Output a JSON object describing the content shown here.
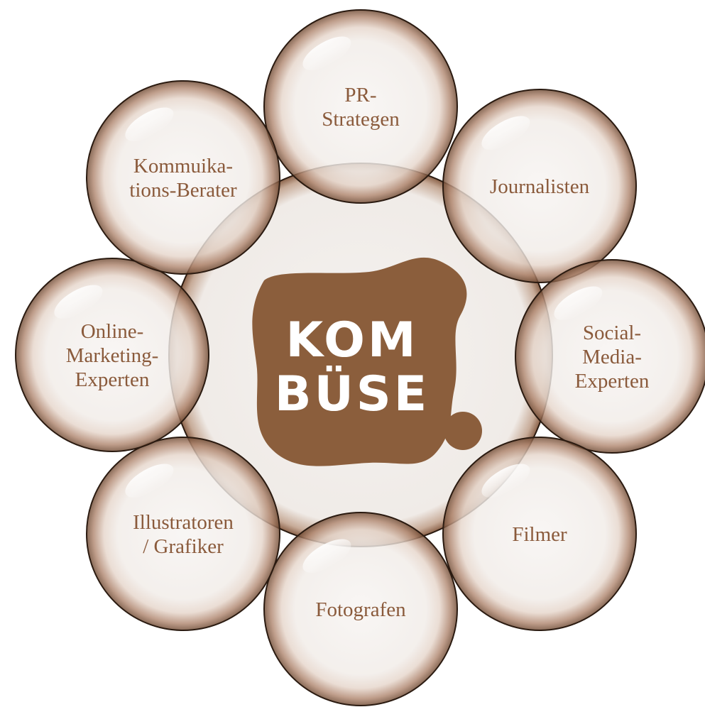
{
  "center": {
    "logo_line1": "KOM",
    "logo_line2": "BÜSE"
  },
  "bubbles": [
    {
      "id": "pr-strategen",
      "lines": [
        "PR-",
        "Strategen"
      ]
    },
    {
      "id": "journalisten",
      "lines": [
        "Journalisten"
      ]
    },
    {
      "id": "social-media-experten",
      "lines": [
        "Social-",
        "Media-",
        "Experten"
      ]
    },
    {
      "id": "filmer",
      "lines": [
        "Filmer"
      ]
    },
    {
      "id": "fotografen",
      "lines": [
        "Fotografen"
      ]
    },
    {
      "id": "illustratoren-grafiker",
      "lines": [
        "Illustratoren",
        "/ Grafiker"
      ]
    },
    {
      "id": "online-marketing-experten",
      "lines": [
        "Online-",
        "Marketing-",
        "Experten"
      ]
    },
    {
      "id": "kommunikations-berater",
      "lines": [
        "Kommuika-",
        "tions-Berater"
      ]
    }
  ],
  "colors": {
    "brand_brown": "#8b5e3c",
    "ring_dark": "#2a1a10",
    "label_brown": "#8a5a3b",
    "bubble_fill": "#f3efec"
  }
}
